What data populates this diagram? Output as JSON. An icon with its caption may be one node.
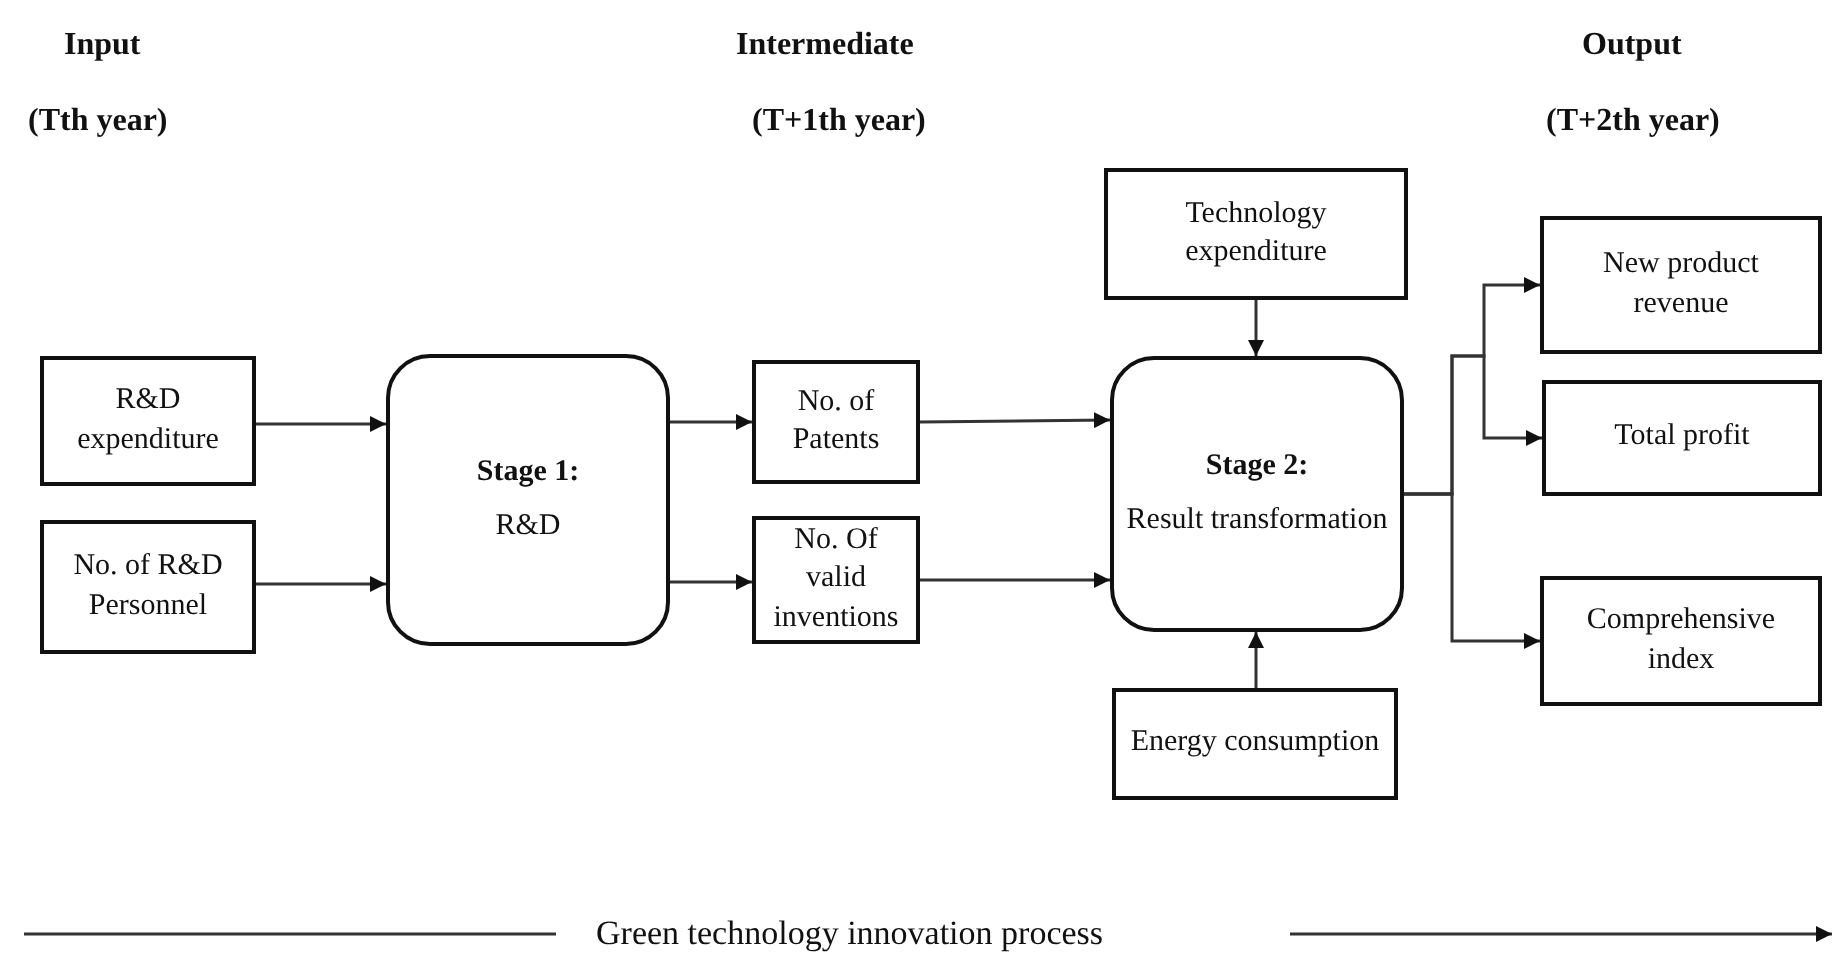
{
  "diagram": {
    "nodes": [
      {
        "text": [
          "R&D expenditure"
        ]
      },
      {
        "text": [
          "No. of R&D Personnel"
        ]
      },
      {
        "text": [
          "Stage 1:",
          "R&D"
        ]
      },
      {
        "text": [
          "No. of Patents"
        ]
      },
      {
        "text": [
          "No. Of valid inventions"
        ]
      },
      {
        "text": [
          "Technology expenditure"
        ]
      },
      {
        "text": [
          "Stage 2:",
          "Result transformation"
        ]
      },
      {
        "text": [
          "Energy consumption"
        ]
      },
      {
        "text": [
          "New product revenue"
        ]
      },
      {
        "text": [
          "Total profit"
        ]
      },
      {
        "text": [
          "Comprehensive index"
        ]
      }
    ],
    "edges": [
      {
        "from": 0,
        "to": 2,
        "arrow": "to"
      },
      {
        "from": 1,
        "to": 2,
        "arrow": "to"
      },
      {
        "from": 2,
        "to": 3,
        "arrow": "to"
      },
      {
        "from": 2,
        "to": 4,
        "arrow": "to"
      },
      {
        "from": 3,
        "to": 6,
        "arrow": "to"
      },
      {
        "from": 4,
        "to": 6,
        "arrow": "to"
      },
      {
        "from": 5,
        "to": 6,
        "arrow": "to"
      },
      {
        "from": 7,
        "to": 6,
        "arrow": "to"
      },
      {
        "from": 6,
        "to": 8,
        "arrow": "to"
      },
      {
        "from": 6,
        "to": 9,
        "arrow": "to"
      },
      {
        "from": 6,
        "to": 10,
        "arrow": "to"
      }
    ],
    "labels": [
      "Input",
      "(Tth year)",
      "Intermediate",
      "(T+1th year)",
      "Output",
      "(T+2th year)",
      "Green technology innovation process"
    ]
  }
}
